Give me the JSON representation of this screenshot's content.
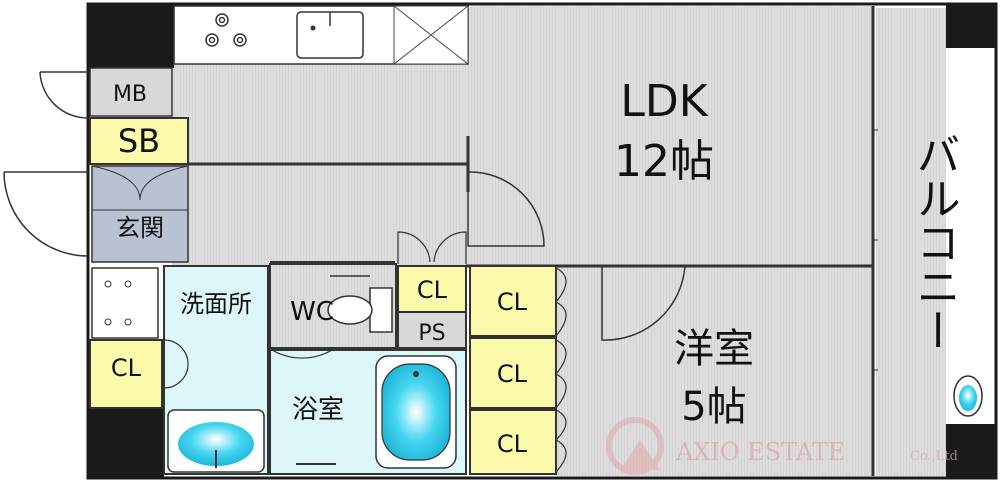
{
  "rooms": {
    "ldk": {
      "name": "LDK",
      "size": "12帖"
    },
    "western": {
      "name": "洋室",
      "size": "5帖"
    },
    "balcony": {
      "name": "バルコニー"
    },
    "mb": {
      "name": "MB"
    },
    "sb": {
      "name": "SB"
    },
    "entrance": {
      "name": "玄関"
    },
    "washroom": {
      "name": "洗面所"
    },
    "wc": {
      "name": "WC"
    },
    "bath": {
      "name": "浴室"
    },
    "ps": {
      "name": "PS"
    },
    "cl_hall": {
      "name": "CL"
    },
    "cl_wc": {
      "name": "CL"
    },
    "cl_1": {
      "name": "CL"
    },
    "cl_2": {
      "name": "CL"
    },
    "cl_3": {
      "name": "CL"
    }
  },
  "watermark": {
    "text": "AXIO ESTATE",
    "suffix": "Co.,Ltd"
  },
  "colors": {
    "wall": "#1a1a1a",
    "floor": "#dcdcdc",
    "storage": "#fafaaa",
    "entrance_floor": "#b8c2d2",
    "wet_area": "#ddf6fa",
    "fixture_blue": "#2fd0ee",
    "watermark": "#e0a6a6"
  }
}
